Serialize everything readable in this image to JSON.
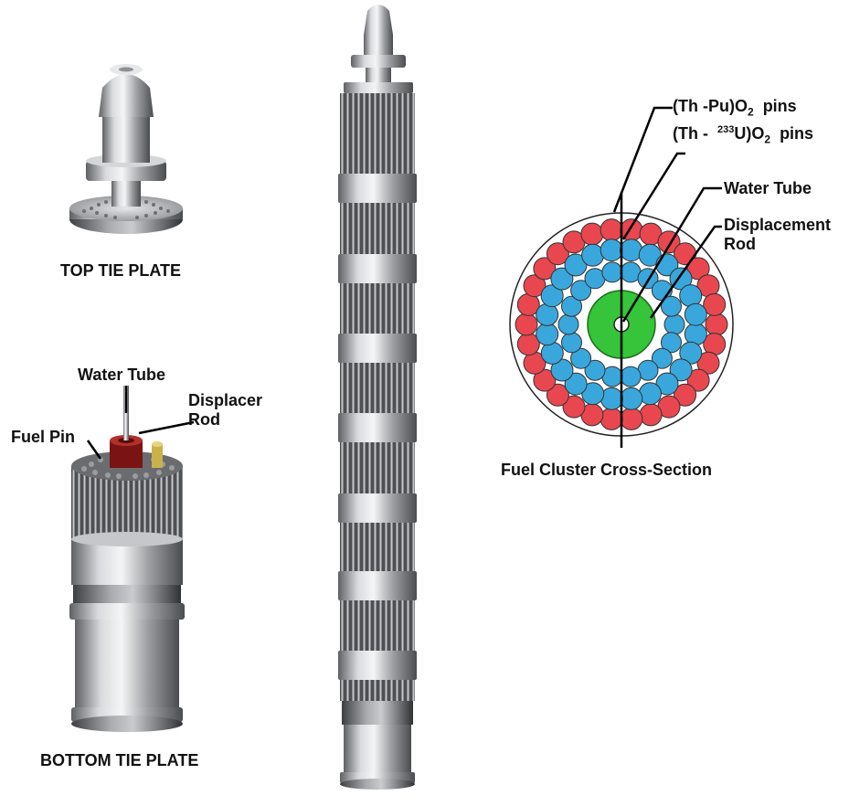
{
  "labels": {
    "top_tie_plate": "TOP TIE PLATE",
    "bottom_tie_plate": "BOTTOM TIE PLATE",
    "water_tube_left": "Water Tube",
    "displacer_rod_line1": "Displacer",
    "displacer_rod_line2": "Rod",
    "fuel_pin": "Fuel Pin",
    "thpu_prefix": "(Th -Pu)O",
    "thpu_sub": "2",
    "thpu_suffix": "pins",
    "thu_prefix": "(Th - ",
    "thu_sup": "233",
    "thu_mid": "U)O",
    "thu_sub": "2",
    "thu_suffix": "pins",
    "water_tube_right": "Water Tube",
    "displacement_line1": "Displacement",
    "displacement_line2": "Rod",
    "cross_section_caption": "Fuel Cluster Cross-Section"
  },
  "colors": {
    "outer_pins": "#e8474f",
    "inner_pins": "#3aa7dc",
    "water_tube": "#35c43a",
    "metal": "#b5b7ba"
  }
}
